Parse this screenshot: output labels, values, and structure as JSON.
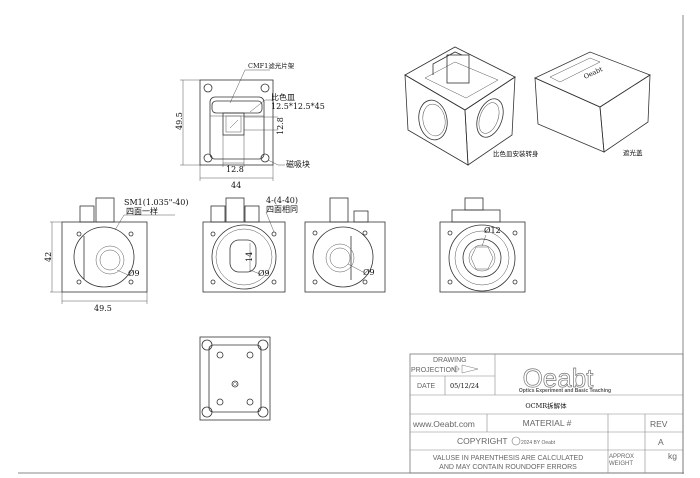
{
  "top_view": {
    "label_filter": "CMF1滤光片架",
    "label_cuvette": "比色皿",
    "label_cuvette_size": "12.5*12.5*45",
    "label_magnet": "磁吸块",
    "dim_height": "49.5",
    "dim_width": "44",
    "dim_window_w": "12.8",
    "dim_window_h": "12.8"
  },
  "front_views": {
    "thread_label": "SM1(1.035\"-40)",
    "thread_note": "四面一样",
    "hole_label": "4-(4-40)",
    "hole_note": "四面相同",
    "dim_height": "42",
    "dim_width": "49.5",
    "dia_9_a": "Ø9",
    "dia_9_b": "Ø9",
    "dia_9_c": "Ø9",
    "dim_14": "14",
    "dia_12": "Ø12"
  },
  "iso_views": {
    "body_label": "比色皿安装转身",
    "lid_label": "遮光盖",
    "lid_logo": "Oeabt"
  },
  "title_block": {
    "drawing_projection": "DRAWING",
    "projection": "PROJECTION",
    "date_label": "DATE",
    "date_value": "05/12/24",
    "logo": "Oeabt",
    "logo_tagline": "Optics Experiment and Basic Teaching",
    "drawing_title": "OCMR拆解体",
    "website": "www.Oeabt.com",
    "material": "MATERIAL #",
    "rev_label": "REV",
    "rev_value": "A",
    "copyright": "COPYRIGHT",
    "copyright_small": "2024 BY Oeabt",
    "note_line1": "VALUSE IN PARENTHESIS ARE CALCULATED",
    "note_line2": "AND MAY CONTAIN ROUNDOFF ERRORS",
    "approx": "APPROX",
    "weight": "WEIGHT",
    "kg": "kg"
  }
}
